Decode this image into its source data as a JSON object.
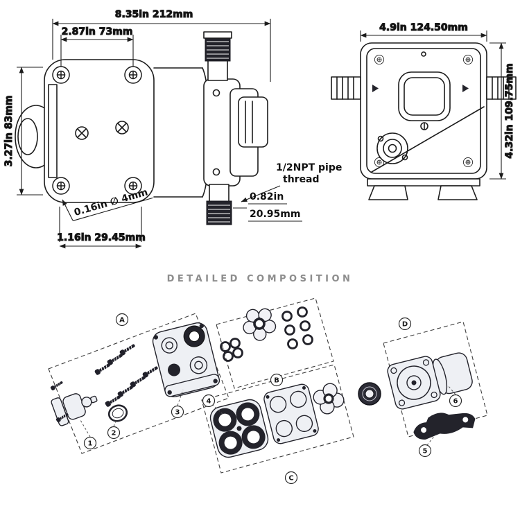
{
  "page": {
    "background": "#ffffff"
  },
  "side_view": {
    "overall_width": "8.35in 212mm",
    "bolt_spacing": "2.87in 73mm",
    "height": "3.27in 83mm",
    "mount_hole": "0.16in ∅ 4mm",
    "base_offset": "1.16in 29.45mm",
    "port_width_in": "0.82in",
    "port_width_mm": "20.95mm",
    "thread_callout": [
      "1/2NPT pipe",
      "thread"
    ]
  },
  "front_view": {
    "width": "4.9in 124.50mm",
    "height": "4.32in 109.75mm"
  },
  "exploded": {
    "heading": "DETAILED COMPOSITION",
    "groups": {
      "a": "A",
      "b": "B",
      "c": "C",
      "d": "D"
    },
    "parts": {
      "p1": "1",
      "p2": "2",
      "p3": "3",
      "p4": "4",
      "p5": "5",
      "p6": "6"
    }
  },
  "colors": {
    "line": "#1c1c1c",
    "dark_part": "#23232b",
    "heading_text": "#8d8d8d"
  }
}
